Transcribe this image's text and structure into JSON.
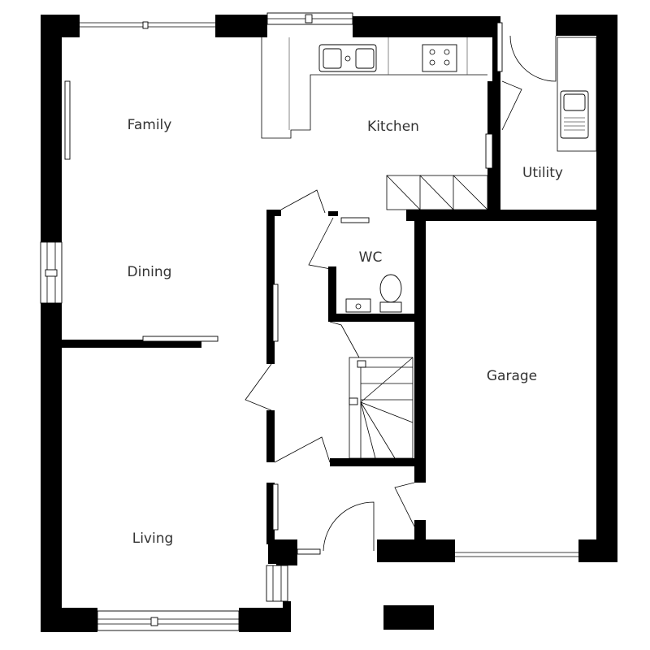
{
  "rooms": {
    "family": "Family",
    "kitchen": "Kitchen",
    "utility": "Utility",
    "dining": "Dining",
    "wc": "WC",
    "garage": "Garage",
    "living": "Living"
  }
}
